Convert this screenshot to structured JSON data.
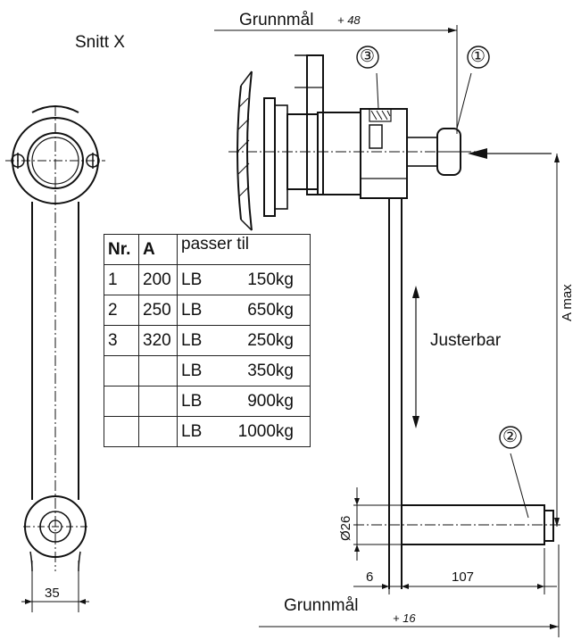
{
  "labels": {
    "section": "Snitt X",
    "base_top": "Grunnmål",
    "base_top_add": "+ 48",
    "base_bottom": "Grunnmål",
    "base_bottom_add": "+ 16",
    "adjustable": "Justerbar",
    "a_max": "A max",
    "width_35": "35",
    "dia_26": "Ø26",
    "dim_6": "6",
    "dim_107": "107",
    "part_1": "①",
    "part_2": "②",
    "part_3": "③"
  },
  "table": {
    "headers": [
      "Nr.",
      "A",
      "passer til"
    ],
    "rows": [
      {
        "nr": "1",
        "a": "200",
        "lb": "LB",
        "kg": "150kg"
      },
      {
        "nr": "2",
        "a": "250",
        "lb": "LB",
        "kg": "650kg"
      },
      {
        "nr": "3",
        "a": "320",
        "lb": "LB",
        "kg": "250kg"
      },
      {
        "nr": "",
        "a": "",
        "lb": "LB",
        "kg": "350kg"
      },
      {
        "nr": "",
        "a": "",
        "lb": "LB",
        "kg": "900kg"
      },
      {
        "nr": "",
        "a": "",
        "lb": "LB",
        "kg": "1000kg"
      }
    ]
  }
}
